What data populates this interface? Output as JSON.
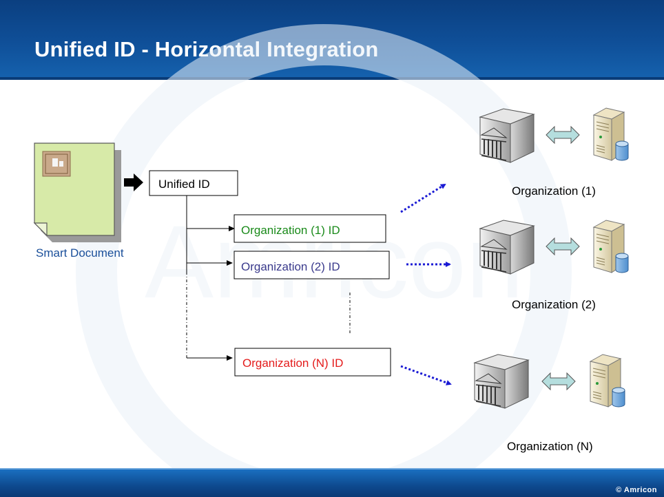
{
  "header": {
    "title": "Unified ID - Horizontal Integration"
  },
  "footer": {
    "copyright": "© Amricon"
  },
  "watermark": {
    "text": "Amricon"
  },
  "document": {
    "label": "Smart Document"
  },
  "unified_id": {
    "label": "Unified ID"
  },
  "id_boxes": [
    {
      "label": "Organization (1) ID",
      "color": "#1a8a1a"
    },
    {
      "label": "Organization (2) ID",
      "color": "#3a3a8c"
    },
    {
      "label": "Organization (N) ID",
      "color": "#e41b1b"
    }
  ],
  "organizations": [
    {
      "label": "Organization (1)"
    },
    {
      "label": "Organization (2)"
    },
    {
      "label": "Organization (N)"
    }
  ],
  "colors": {
    "arrow_blue": "#1a1ad4",
    "doc_fill": "#d7eaa8",
    "link_arrow": "#b5dede"
  }
}
